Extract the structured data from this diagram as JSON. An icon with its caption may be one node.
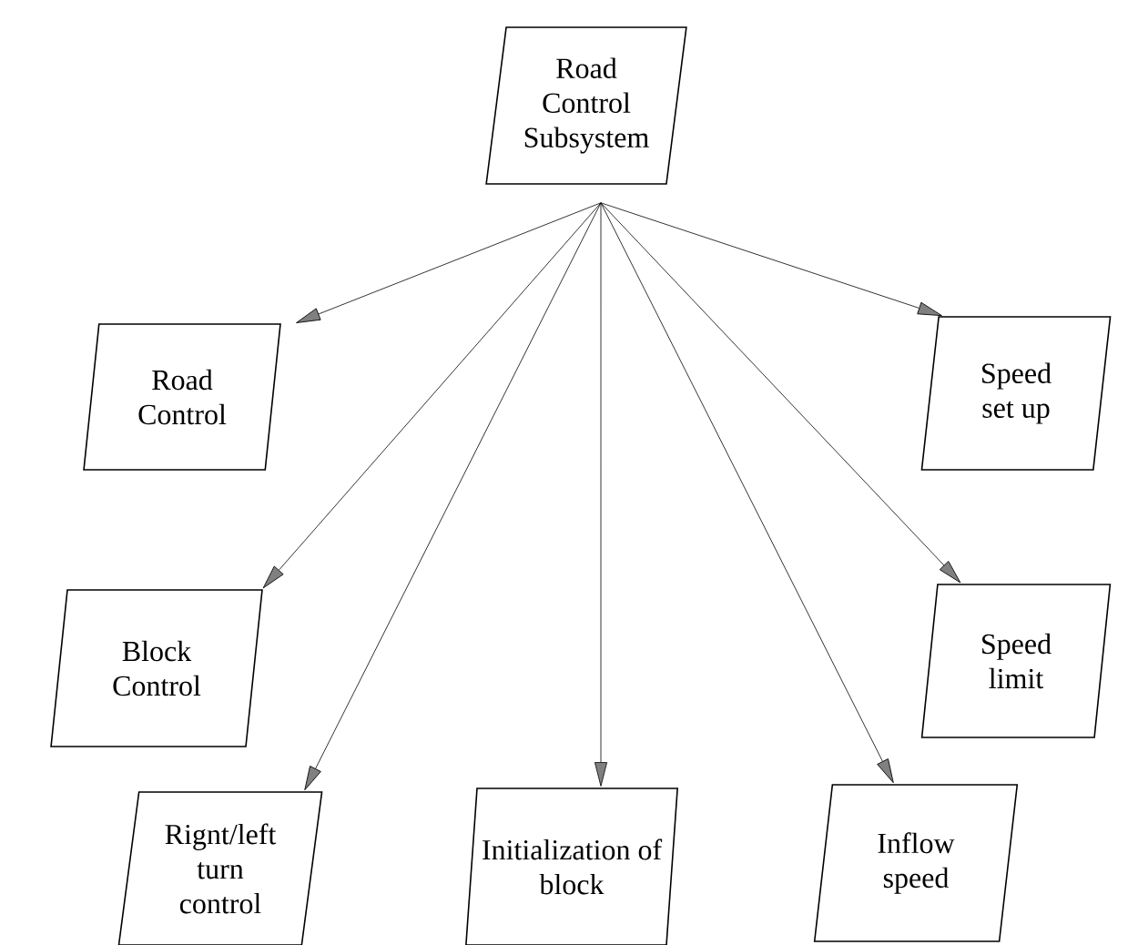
{
  "diagram": {
    "nodes": [
      {
        "text": [
          "Road Control Subsystem"
        ]
      },
      {
        "text": [
          "Road Control"
        ]
      },
      {
        "text": [
          "Speed set up"
        ]
      },
      {
        "text": [
          "Block Control"
        ]
      },
      {
        "text": [
          "Speed limit"
        ]
      },
      {
        "text": [
          "Rignt/left turn control"
        ]
      },
      {
        "text": [
          "Initialization of block"
        ]
      },
      {
        "text": [
          "Inflow speed"
        ]
      }
    ],
    "edges": [
      {
        "from": 0,
        "to": 1,
        "arrow": "to"
      },
      {
        "from": 0,
        "to": 2,
        "arrow": "to"
      },
      {
        "from": 0,
        "to": 3,
        "arrow": "to"
      },
      {
        "from": 0,
        "to": 4,
        "arrow": "to"
      },
      {
        "from": 0,
        "to": 5,
        "arrow": "to"
      },
      {
        "from": 0,
        "to": 6,
        "arrow": "to"
      },
      {
        "from": 0,
        "to": 7,
        "arrow": "to"
      }
    ]
  }
}
